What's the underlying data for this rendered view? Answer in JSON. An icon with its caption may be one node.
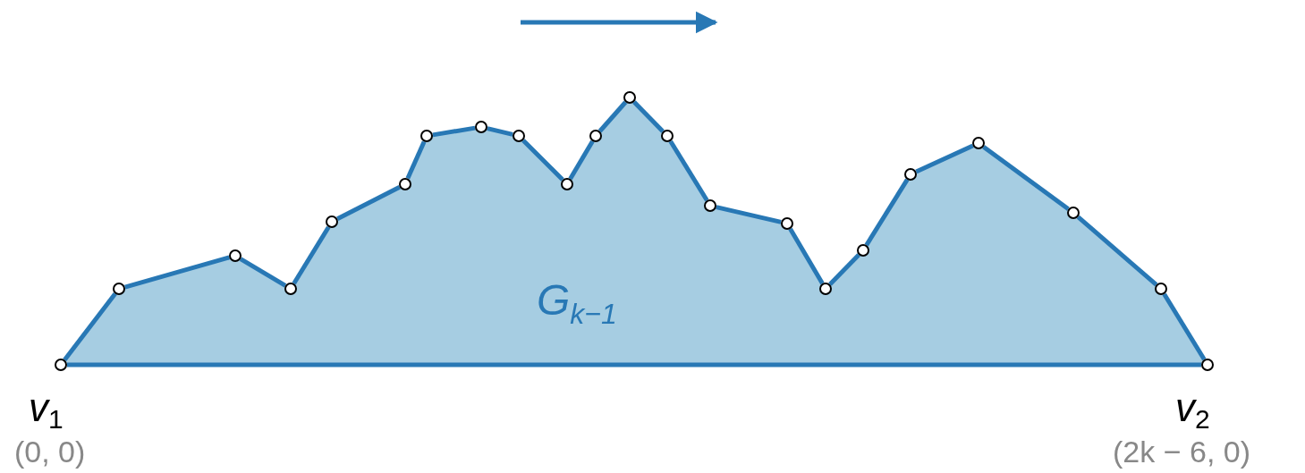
{
  "diagram": {
    "nodes": [
      {
        "text": [],
        "shape": "circle",
        "beside": [
          "*v*$_{1}$",
          "(0, 0)"
        ]
      },
      {
        "text": [],
        "shape": "circle"
      },
      {
        "text": [],
        "shape": "circle"
      },
      {
        "text": [],
        "shape": "circle"
      },
      {
        "text": [],
        "shape": "circle"
      },
      {
        "text": [],
        "shape": "circle"
      },
      {
        "text": [],
        "shape": "circle"
      },
      {
        "text": [],
        "shape": "circle"
      },
      {
        "text": [],
        "shape": "circle"
      },
      {
        "text": [],
        "shape": "circle"
      },
      {
        "text": [],
        "shape": "circle"
      },
      {
        "text": [],
        "shape": "circle"
      },
      {
        "text": [],
        "shape": "circle"
      },
      {
        "text": [],
        "shape": "circle"
      },
      {
        "text": [],
        "shape": "circle"
      },
      {
        "text": [],
        "shape": "circle"
      },
      {
        "text": [],
        "shape": "circle"
      },
      {
        "text": [],
        "shape": "circle"
      },
      {
        "text": [],
        "shape": "circle"
      },
      {
        "text": [],
        "shape": "circle"
      },
      {
        "text": [],
        "shape": "circle"
      },
      {
        "text": [],
        "shape": "circle",
        "beside": [
          "*v*$_{2}$",
          "(2k − 6, 0)"
        ]
      }
    ],
    "edges": [
      {
        "from": 0,
        "to": 1,
        "arrow": "none"
      },
      {
        "from": 1,
        "to": 2,
        "arrow": "none"
      },
      {
        "from": 2,
        "to": 3,
        "arrow": "none"
      },
      {
        "from": 3,
        "to": 4,
        "arrow": "none"
      },
      {
        "from": 4,
        "to": 5,
        "arrow": "none"
      },
      {
        "from": 5,
        "to": 6,
        "arrow": "none"
      },
      {
        "from": 6,
        "to": 7,
        "arrow": "none"
      },
      {
        "from": 7,
        "to": 8,
        "arrow": "none"
      },
      {
        "from": 8,
        "to": 9,
        "arrow": "none"
      },
      {
        "from": 9,
        "to": 10,
        "arrow": "none"
      },
      {
        "from": 10,
        "to": 11,
        "arrow": "none"
      },
      {
        "from": 11,
        "to": 12,
        "arrow": "none"
      },
      {
        "from": 12,
        "to": 13,
        "arrow": "none"
      },
      {
        "from": 13,
        "to": 14,
        "arrow": "none"
      },
      {
        "from": 14,
        "to": 15,
        "arrow": "none"
      },
      {
        "from": 15,
        "to": 16,
        "arrow": "none"
      },
      {
        "from": 16,
        "to": 17,
        "arrow": "none"
      },
      {
        "from": 17,
        "to": 18,
        "arrow": "none"
      },
      {
        "from": 18,
        "to": 19,
        "arrow": "none"
      },
      {
        "from": 19,
        "to": 20,
        "arrow": "none"
      },
      {
        "from": 20,
        "to": 21,
        "arrow": "none"
      },
      {
        "from": 0,
        "to": 21,
        "arrow": "none"
      }
    ],
    "labels": [
      "*G*$_{k−1}$"
    ]
  }
}
